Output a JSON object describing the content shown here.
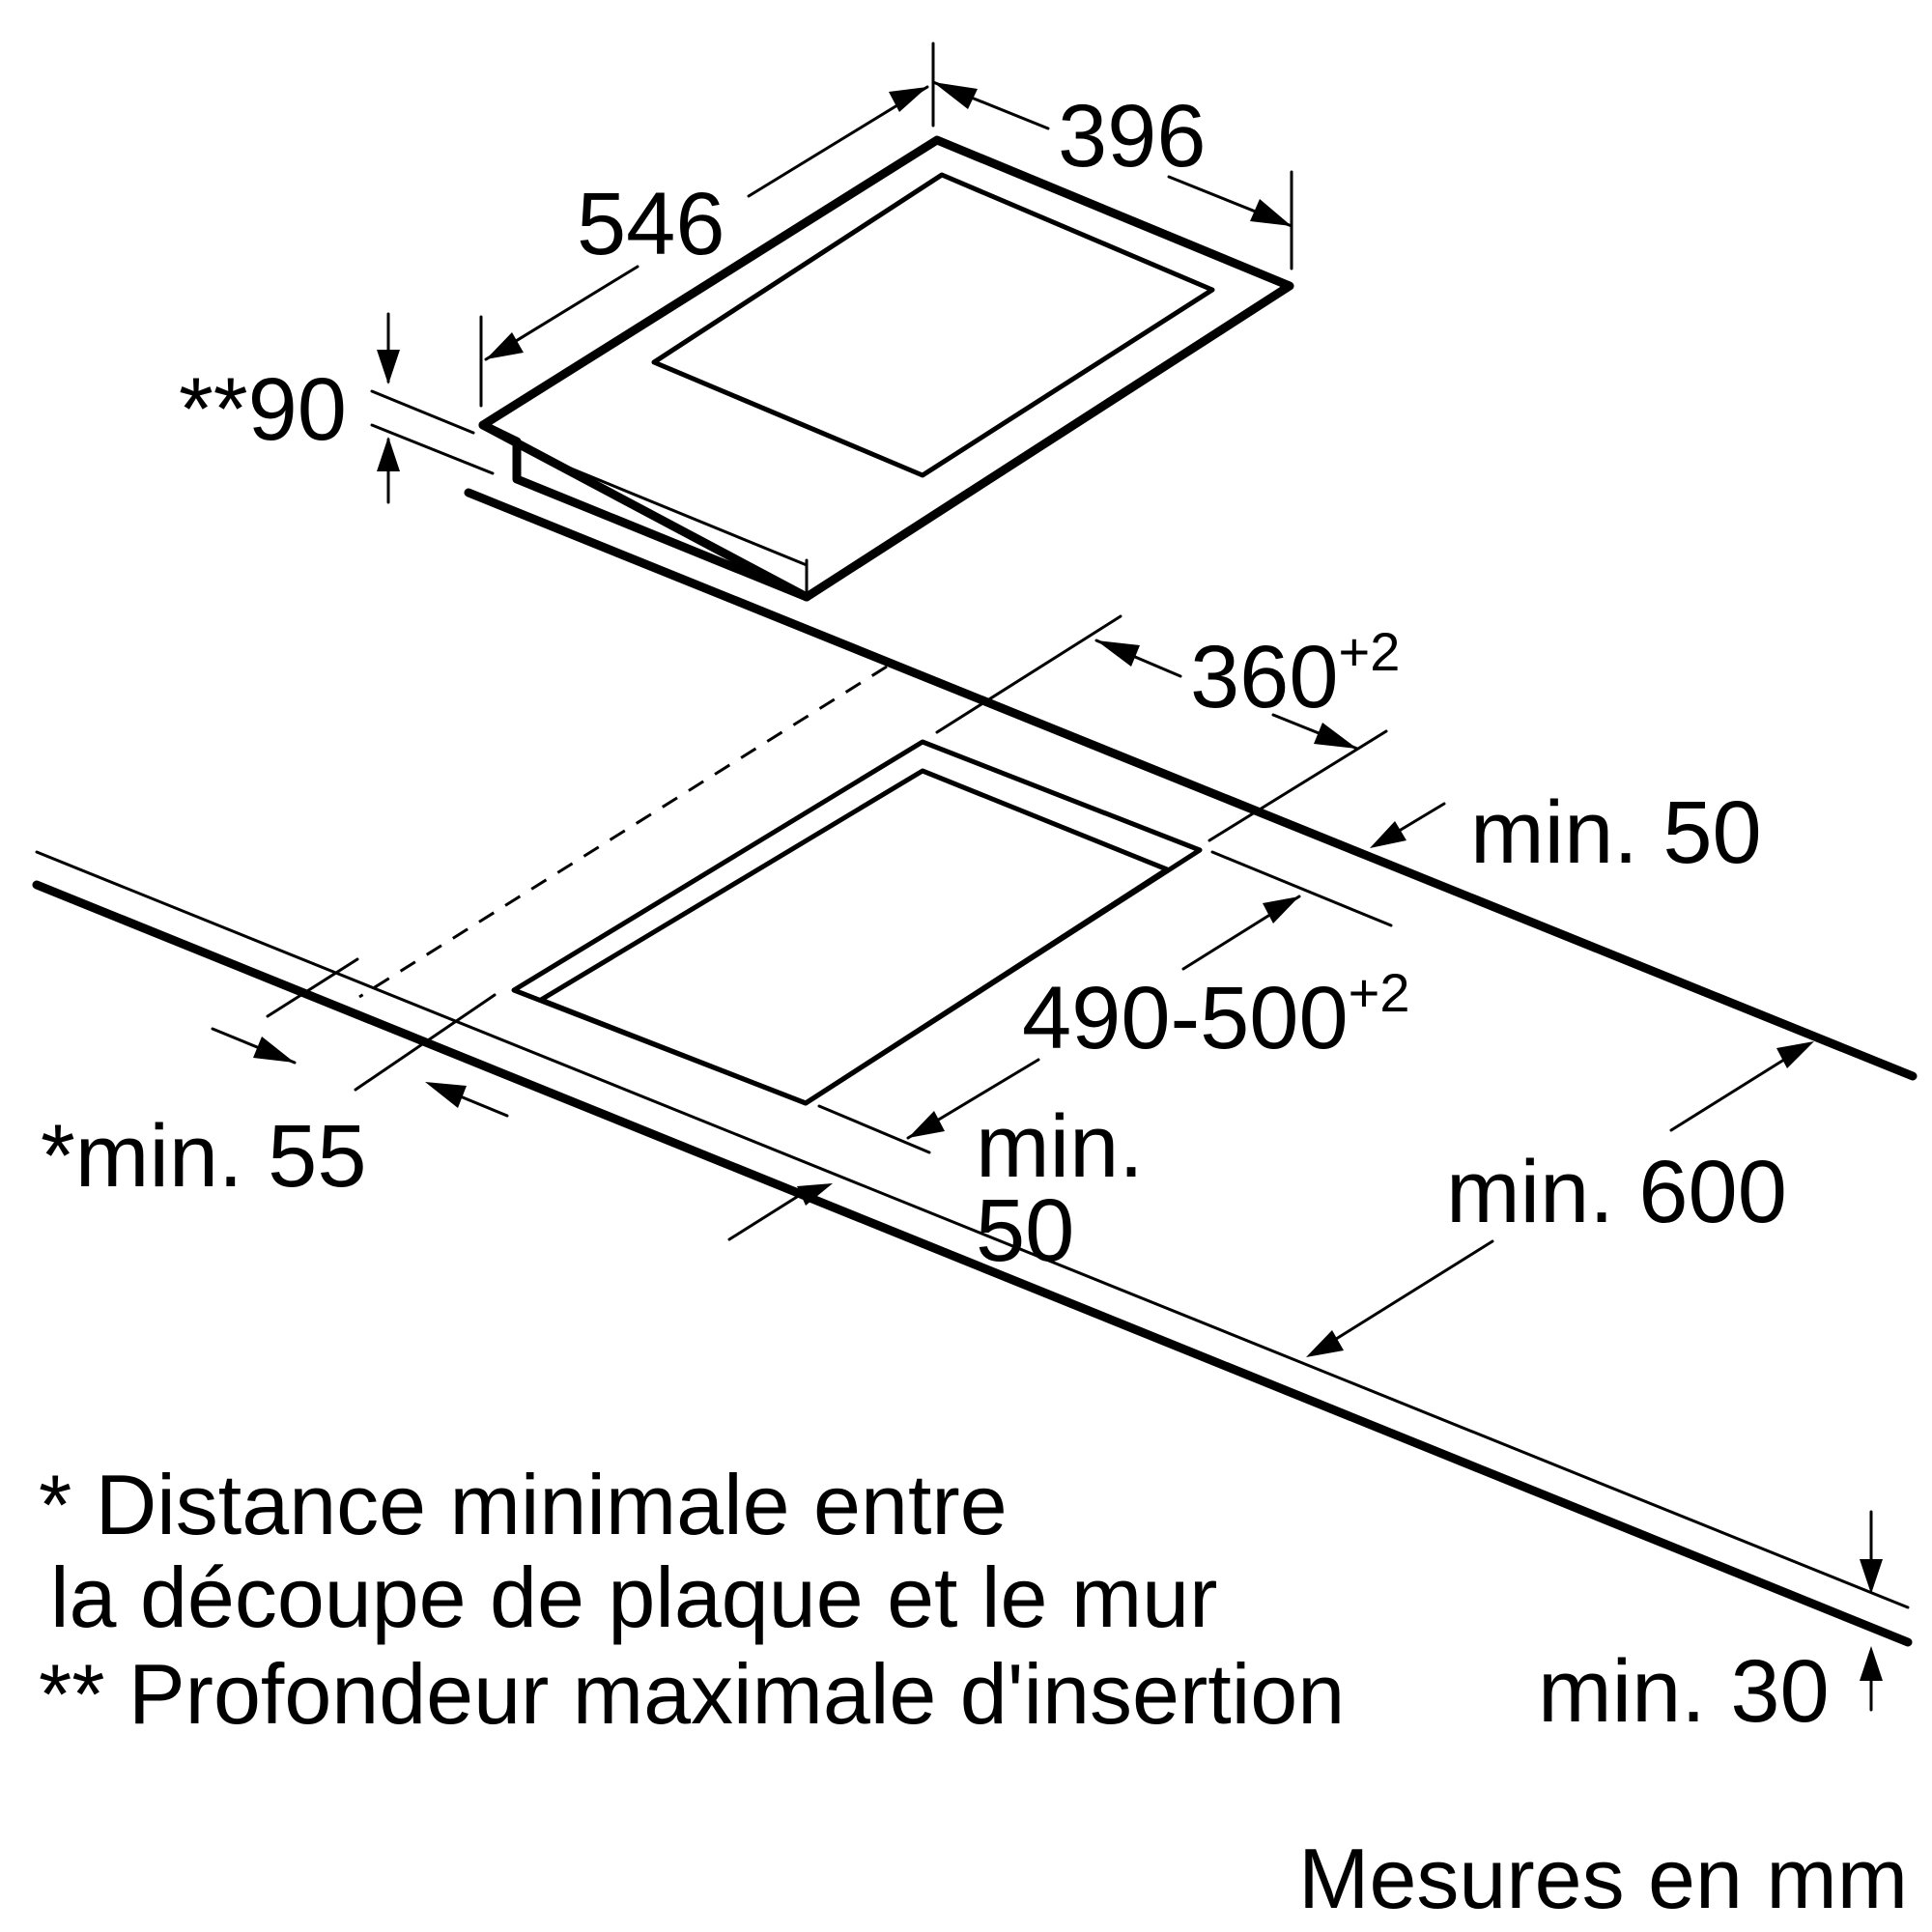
{
  "dimensions": {
    "hob_width": "396",
    "hob_depth": "546",
    "insertion_depth": "**90",
    "cutout_width": "360",
    "cutout_width_tolerance": "+2",
    "cutout_depth": "490-500",
    "cutout_depth_tolerance": "+2",
    "rear_clearance": "min. 50",
    "wall_clearance": "*min. 55",
    "front_clearance_line1": "min.",
    "front_clearance_line2": "50",
    "worktop_depth": "min. 600",
    "worktop_thickness": "min. 30"
  },
  "notes": {
    "note1_line1": "* Distance minimale entre",
    "note1_line2": "la découpe de plaque et le mur",
    "note2": "** Profondeur maximale d'insertion"
  },
  "units_label": "Mesures en mm"
}
